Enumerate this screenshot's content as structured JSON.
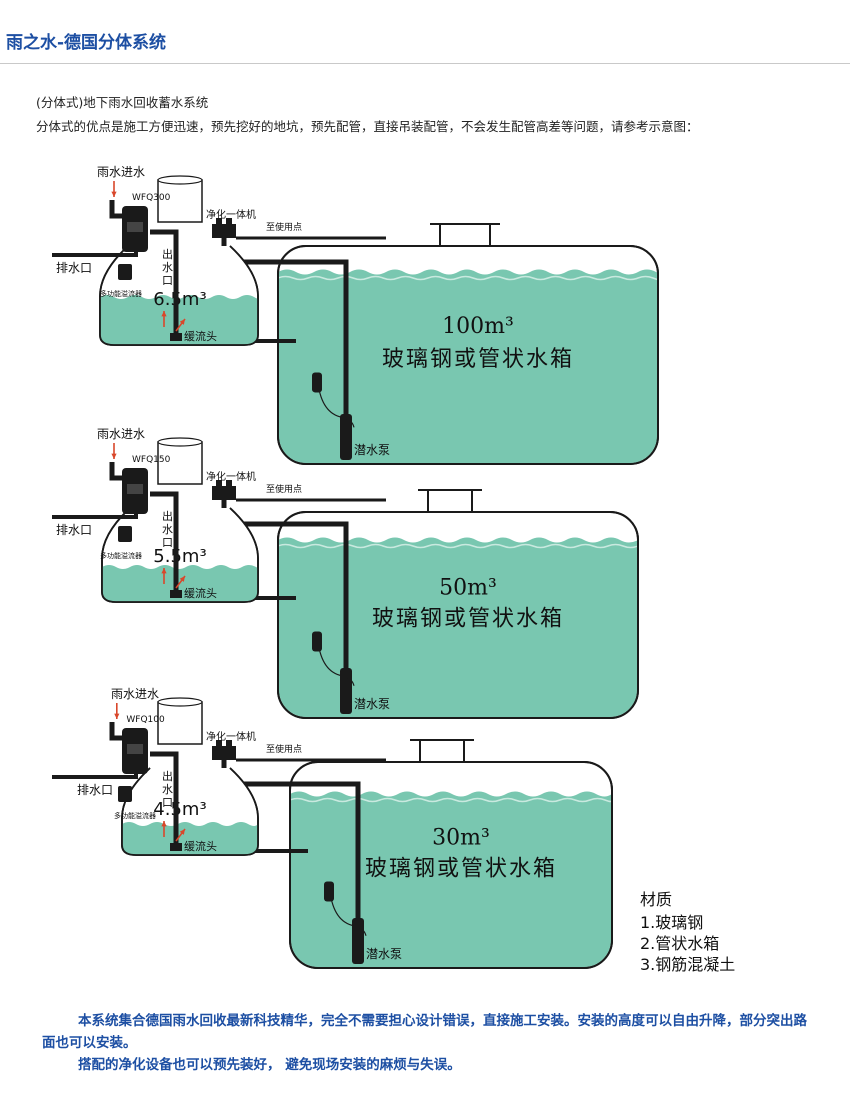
{
  "header": {
    "title": "雨之水-德国分体系统",
    "subtitle": "(分体式)地下雨水回收蓄水系统",
    "description": "分体式的优点是施工方便迅速，预先挖好的地坑，预先配管，直接吊装配管，不会发生配管高差等问题，请参考示意图："
  },
  "common_labels": {
    "rain_inlet": "雨水进水",
    "purifier": "净化一体机",
    "to_use": "至使用点",
    "drain_outlet": "排水口",
    "outlet": "出水口",
    "overflow": "多功能溢流器",
    "buffer": "缓流头",
    "pump": "潜水泵",
    "tank_material": "玻璃钢或管状水箱"
  },
  "systems": [
    {
      "filter_model": "WFQ300",
      "sump_volume": "6.5m³",
      "tank_volume": "100m³"
    },
    {
      "filter_model": "WFQ150",
      "sump_volume": "5.5m³",
      "tank_volume": "50m³"
    },
    {
      "filter_model": "WFQ100",
      "sump_volume": "4.5m³",
      "tank_volume": "30m³"
    }
  ],
  "materials": {
    "heading": "材质",
    "items": [
      "1.玻璃钢",
      "2.管状水箱",
      "3.钢筋混凝土"
    ]
  },
  "footer": {
    "paragraph1": "本系统集合德国雨水回收最新科技精华，完全不需要担心设计错误，直接施工安装。安装的高度可以自由升降，部分突出路面也可以安装。",
    "paragraph2": "搭配的净化设备也可以预先装好， 避免现场安装的麻烦与失误。"
  },
  "colors": {
    "title_blue": "#1d4fa3",
    "water_green": "#79c7b0",
    "pipe_black": "#1a1a1a",
    "arrow_red": "#d9472b"
  }
}
